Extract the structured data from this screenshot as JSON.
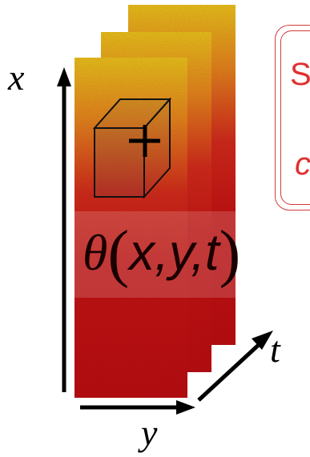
{
  "axes": {
    "x_label": "x",
    "y_label": "y",
    "t_label": "t"
  },
  "field": {
    "theta": "θ",
    "lparen": "(",
    "rparen": ")",
    "args": "x,y,t"
  },
  "callout": {
    "text_top": "S",
    "text_bottom": "c"
  },
  "colors": {
    "frame_top": "#f4c21a",
    "frame_mid": "#d8201a",
    "frame_bottom": "#c40d12",
    "callout_text": "#e03030",
    "axis": "#000000"
  }
}
